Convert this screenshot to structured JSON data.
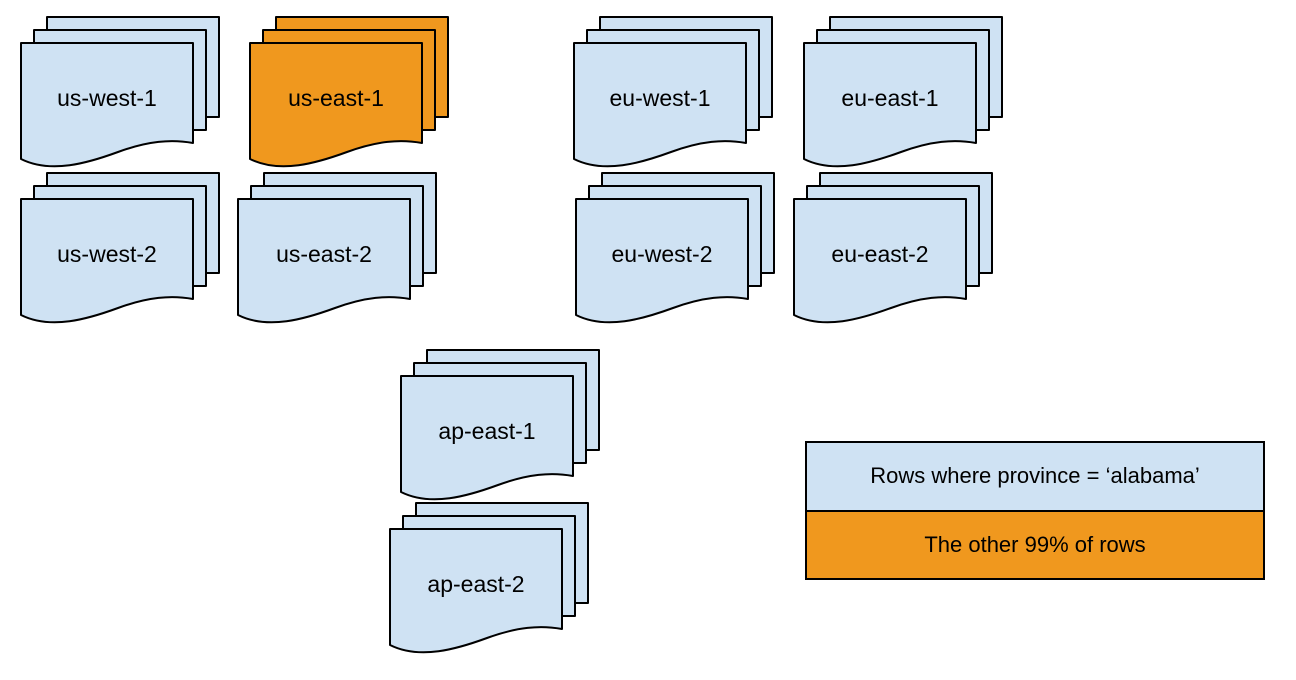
{
  "diagram": {
    "description_colors": {
      "region_fill_blue": "#cfe2f3",
      "region_fill_orange": "#f0981e",
      "outline": "#000000",
      "text": "#000000",
      "background": "#ffffff"
    },
    "stacks": [
      {
        "id": "us-west-1",
        "label": "us-west-1",
        "color": "blue"
      },
      {
        "id": "us-east-1",
        "label": "us-east-1",
        "color": "orange"
      },
      {
        "id": "eu-west-1",
        "label": "eu-west-1",
        "color": "blue"
      },
      {
        "id": "eu-east-1",
        "label": "eu-east-1",
        "color": "blue"
      },
      {
        "id": "us-west-2",
        "label": "us-west-2",
        "color": "blue"
      },
      {
        "id": "us-east-2",
        "label": "us-east-2",
        "color": "blue"
      },
      {
        "id": "eu-west-2",
        "label": "eu-west-2",
        "color": "blue"
      },
      {
        "id": "eu-east-2",
        "label": "eu-east-2",
        "color": "blue"
      },
      {
        "id": "ap-east-1",
        "label": "ap-east-1",
        "color": "blue"
      },
      {
        "id": "ap-east-2",
        "label": "ap-east-2",
        "color": "blue"
      }
    ],
    "legend": {
      "items": [
        {
          "label": "Rows where province = ‘alabama’",
          "color": "blue"
        },
        {
          "label": "The other 99% of rows",
          "color": "orange"
        }
      ]
    }
  }
}
